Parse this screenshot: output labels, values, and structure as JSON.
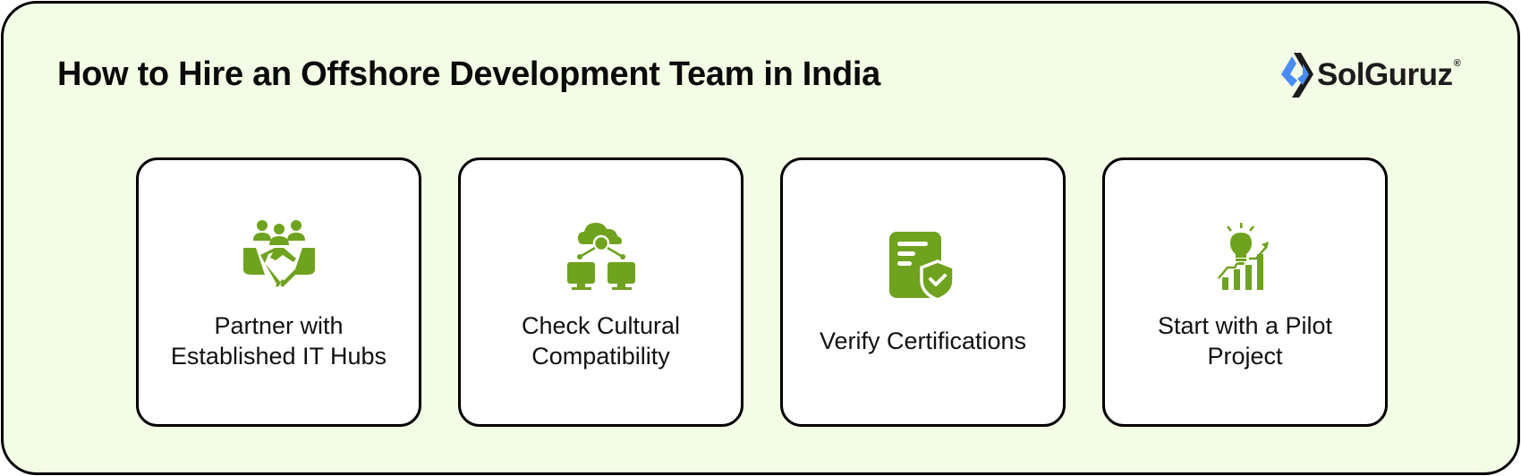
{
  "header": {
    "title": "How to Hire an Offshore Development Team in India"
  },
  "logo": {
    "text": "SolGuruz",
    "registered": "®",
    "icon": "solguruz-chevron-logo-icon",
    "colors": {
      "blue": "#4A8CF5",
      "dark": "#1c1c1c"
    }
  },
  "theme": {
    "background": "#F3FCE5",
    "card_background": "#FFFFFF",
    "border": "#000000",
    "icon_green": "#6FA21E"
  },
  "cards": [
    {
      "label_line1": "Partner with",
      "label_line2": "Established IT Hubs",
      "icon": "handshake-team-icon"
    },
    {
      "label_line1": "Check Cultural",
      "label_line2": "Compatibility",
      "icon": "cloud-network-computers-icon"
    },
    {
      "label_line1": "Verify Certifications",
      "label_line2": "",
      "icon": "certificate-shield-check-icon"
    },
    {
      "label_line1": "Start with a Pilot",
      "label_line2": "Project",
      "icon": "lightbulb-growth-chart-icon"
    }
  ]
}
